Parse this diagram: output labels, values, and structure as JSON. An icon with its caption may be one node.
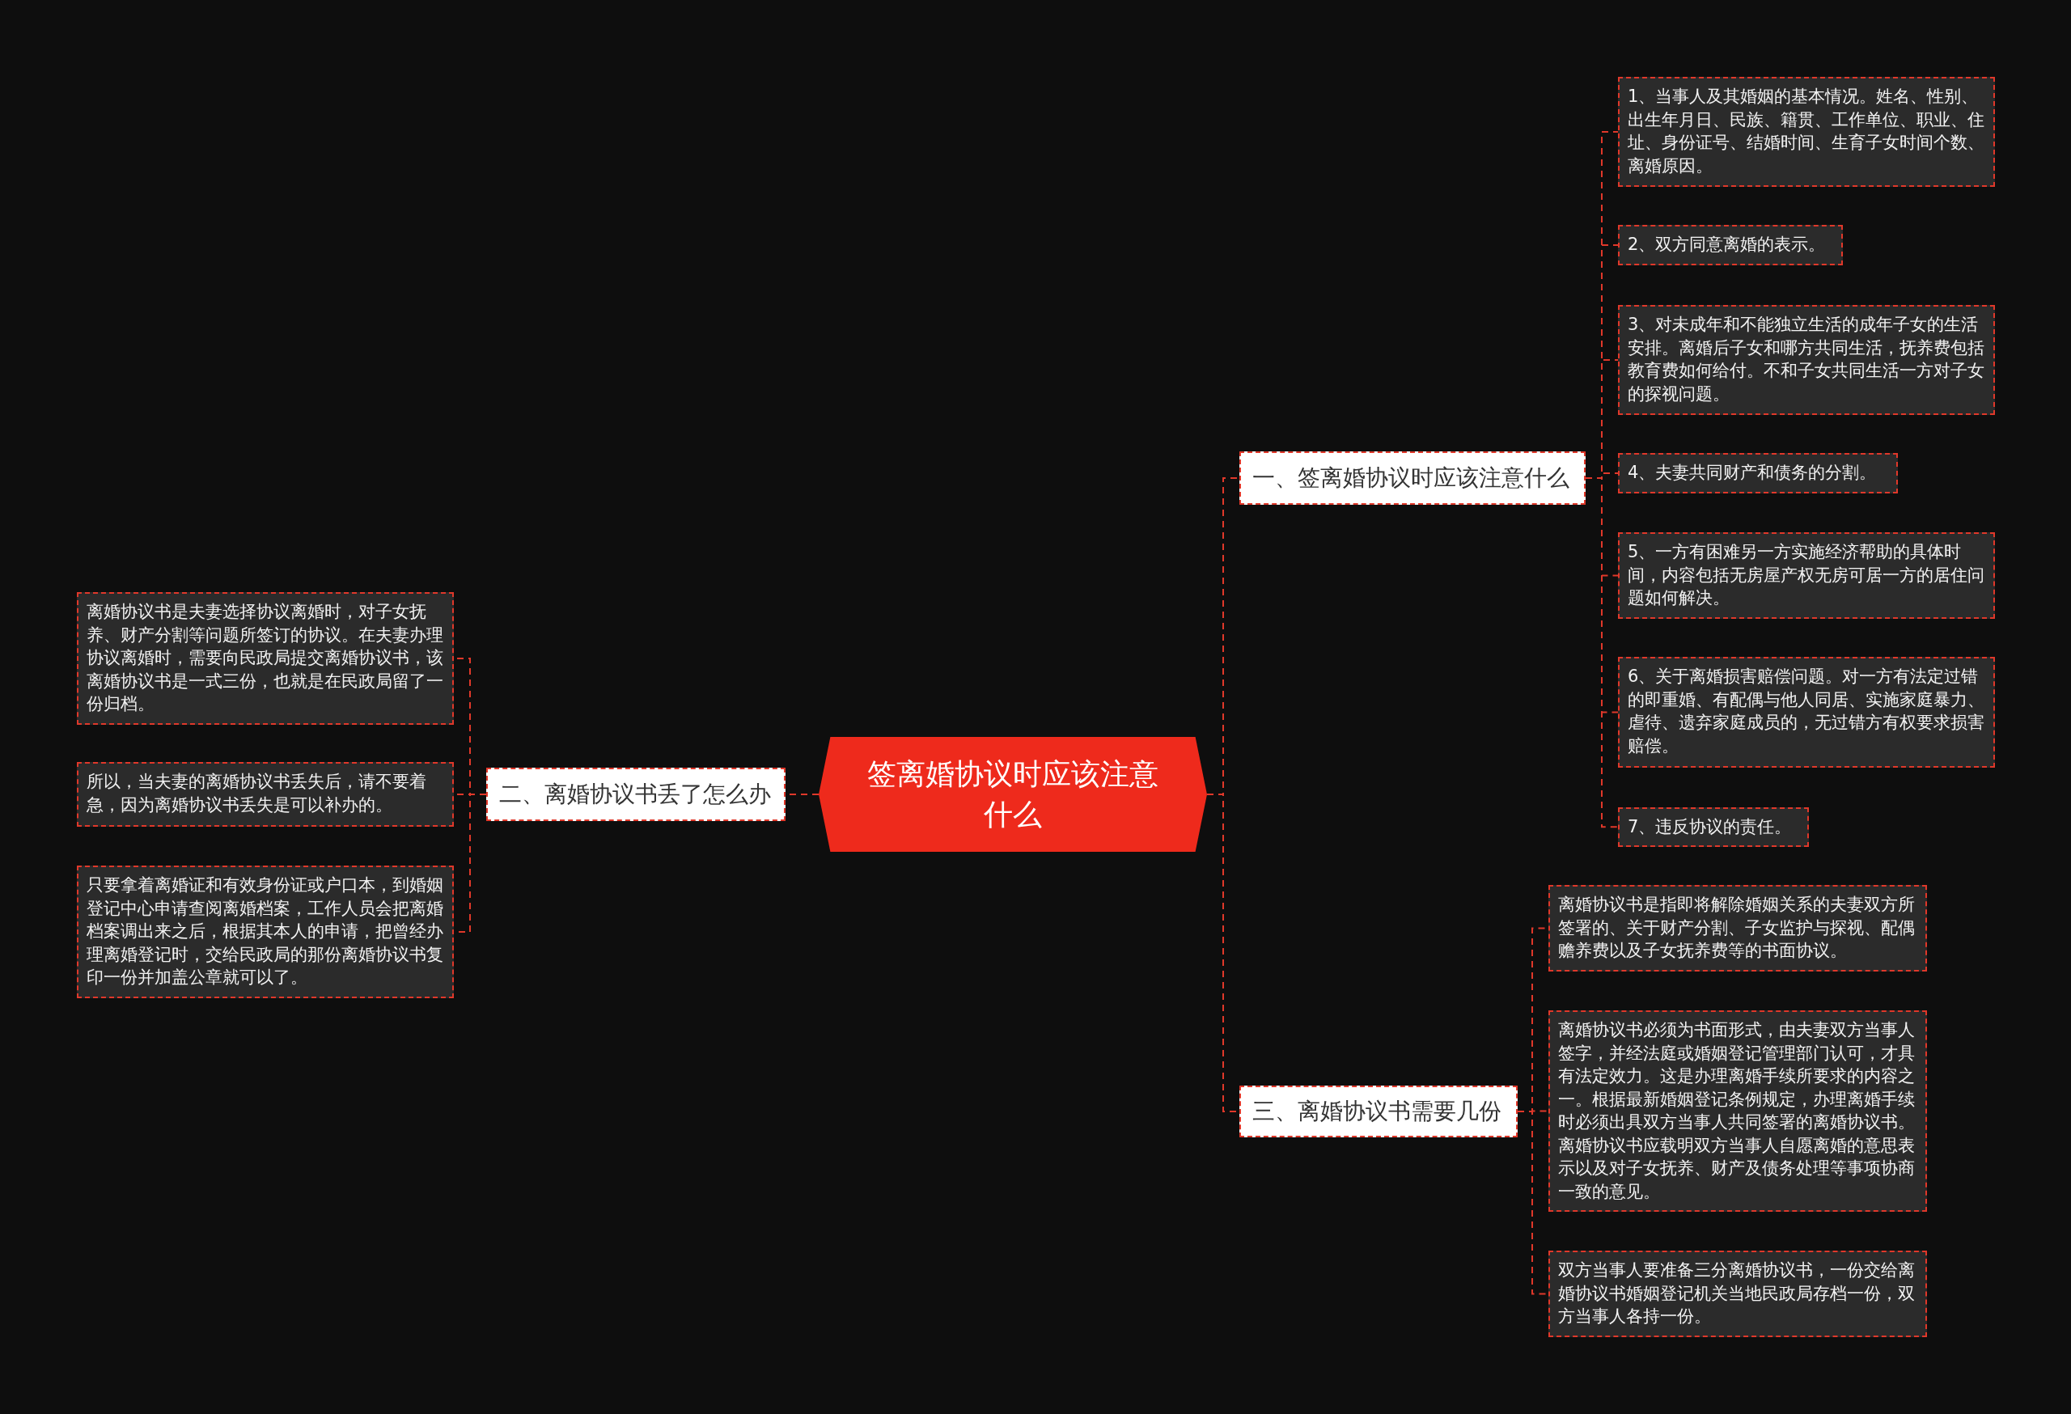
{
  "diagram": {
    "nodes": [
      {
        "text": [
          "签离婚协议时应该注意什么"
        ]
      },
      {
        "text": [
          "一、签离婚协议时应该注意什么"
        ]
      },
      {
        "text": [
          "1、当事人及其婚姻的基本情况。姓名、性别、出生年月日、民族、籍贯、工作单位、职业、住址、身份证号、结婚时间、生育子女时间个数、离婚原因。"
        ]
      },
      {
        "text": [
          "2、双方同意离婚的表示。"
        ]
      },
      {
        "text": [
          "3、对未成年和不能独立生活的成年子女的生活安排。离婚后子女和哪方共同生活，抚养费包括教育费如何给付。不和子女共同生活一方对子女的探视问题。"
        ]
      },
      {
        "text": [
          "4、夫妻共同财产和债务的分割。"
        ]
      },
      {
        "text": [
          "5、一方有困难另一方实施经济帮助的具体时间，内容包括无房屋产权无房可居一方的居住问题如何解决。"
        ]
      },
      {
        "text": [
          "6、关于离婚损害赔偿问题。对一方有法定过错的即重婚、有配偶与他人同居、实施家庭暴力、虐待、遗弃家庭成员的，无过错方有权要求损害赔偿。"
        ]
      },
      {
        "text": [
          "7、违反协议的责任。"
        ]
      },
      {
        "text": [
          "二、离婚协议书丢了怎么办"
        ]
      },
      {
        "text": [
          "离婚协议书是夫妻选择协议离婚时，对子女抚养、财产分割等问题所签订的协议。在夫妻办理协议离婚时，需要向民政局提交离婚协议书，该离婚协议书是一式三份，也就是在民政局留了一份归档。"
        ]
      },
      {
        "text": [
          "所以，当夫妻的离婚协议书丢失后，请不要着急，因为离婚协议书丢失是可以补办的。"
        ]
      },
      {
        "text": [
          "只要拿着离婚证和有效身份证或户口本，到婚姻登记中心申请查阅离婚档案，工作人员会把离婚档案调出来之后，根据其本人的申请，把曾经办理离婚登记时，交给民政局的那份离婚协议书复印一份并加盖公章就可以了。"
        ]
      },
      {
        "text": [
          "三、离婚协议书需要几份"
        ]
      },
      {
        "text": [
          "离婚协议书是指即将解除婚姻关系的夫妻双方所签署的、关于财产分割、子女监护与探视、配偶赡养费以及子女抚养费等的书面协议。"
        ]
      },
      {
        "text": [
          "离婚协议书必须为书面形式，由夫妻双方当事人签字，并经法庭或婚姻登记管理部门认可，才具有法定效力。这是办理离婚手续所要求的内容之一。根据最新婚姻登记条例规定，办理离婚手续时必须出具双方当事人共同签署的离婚协议书。离婚协议书应载明双方当事人自愿离婚的意思表示以及对子女抚养、财产及债务处理等事项协商一致的意见。"
        ]
      },
      {
        "text": [
          "双方当事人要准备三分离婚协议书，一份交给离婚协议书婚姻登记机关当地民政局存档一份，双方当事人各持一份。"
        ]
      }
    ],
    "edges": [
      {
        "from": 0,
        "to": 1,
        "arrow": "none",
        "style": "dashed"
      },
      {
        "from": 0,
        "to": 9,
        "arrow": "none",
        "style": "dashed"
      },
      {
        "from": 0,
        "to": 13,
        "arrow": "none",
        "style": "dashed"
      },
      {
        "from": 1,
        "to": 2,
        "arrow": "none",
        "style": "dashed"
      },
      {
        "from": 1,
        "to": 3,
        "arrow": "none",
        "style": "dashed"
      },
      {
        "from": 1,
        "to": 4,
        "arrow": "none",
        "style": "dashed"
      },
      {
        "from": 1,
        "to": 5,
        "arrow": "none",
        "style": "dashed"
      },
      {
        "from": 1,
        "to": 6,
        "arrow": "none",
        "style": "dashed"
      },
      {
        "from": 1,
        "to": 7,
        "arrow": "none",
        "style": "dashed"
      },
      {
        "from": 1,
        "to": 8,
        "arrow": "none",
        "style": "dashed"
      },
      {
        "from": 9,
        "to": 10,
        "arrow": "none",
        "style": "dashed"
      },
      {
        "from": 9,
        "to": 11,
        "arrow": "none",
        "style": "dashed"
      },
      {
        "from": 9,
        "to": 12,
        "arrow": "none",
        "style": "dashed"
      },
      {
        "from": 13,
        "to": 14,
        "arrow": "none",
        "style": "dashed"
      },
      {
        "from": 13,
        "to": 15,
        "arrow": "none",
        "style": "dashed"
      },
      {
        "from": 13,
        "to": 16,
        "arrow": "none",
        "style": "dashed"
      }
    ]
  }
}
